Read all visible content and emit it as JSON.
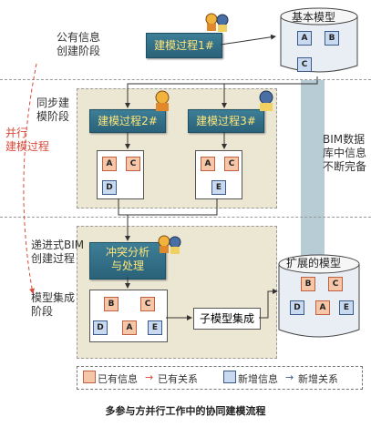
{
  "stages": {
    "public": "公有信息\n创建阶段",
    "sync": "同步建\n模阶段",
    "incremental": "递进式BIM\n创建过程",
    "integration": "模型集成\n阶段"
  },
  "parallel_label": "并行\n建模过程",
  "processes": {
    "p1": "建模过程1#",
    "p2": "建模过程2#",
    "p3": "建模过程3#",
    "conflict": "冲突分析\n与处理",
    "submodel": "子模型集成"
  },
  "databases": {
    "basic": "基本模型",
    "extended": "扩展的模型"
  },
  "bim_note": "BIM数据\n库中信息\n不断完备",
  "nodes": {
    "A": "A",
    "B": "B",
    "C": "C",
    "D": "D",
    "E": "E"
  },
  "legend": {
    "existing_info": "已有信息",
    "existing_rel": "已有关系",
    "new_info": "新增信息",
    "new_rel": "新增关系"
  },
  "caption": "多参与方并行工作中的协同建模流程",
  "colors": {
    "teal": "#2f6d86",
    "teal_text": "#ffe57a",
    "existing_node": "#f5c6a8",
    "new_node": "#c9d9ef",
    "panel": "#ece7d3",
    "parallel_red": "#d94a3a"
  }
}
